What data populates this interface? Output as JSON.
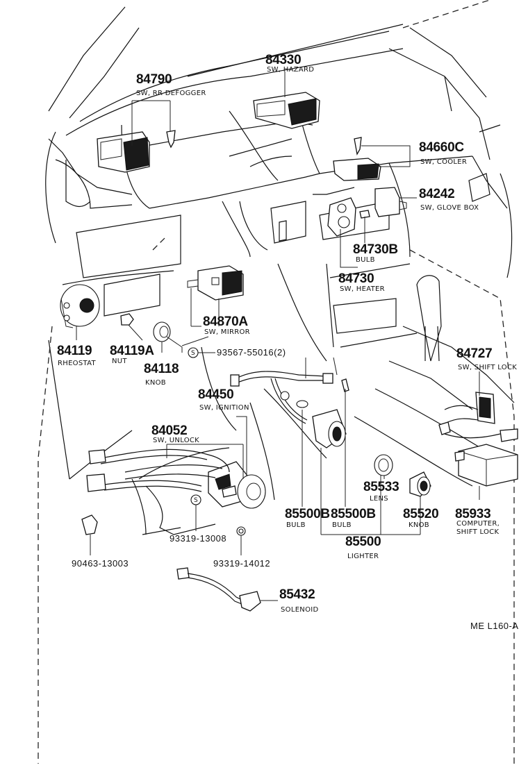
{
  "diagram_ref": "ME  L160-A",
  "screw_mark": "S",
  "parts": {
    "p84330": {
      "number": "84330",
      "desc": "SW, HAZARD"
    },
    "p84790": {
      "number": "84790",
      "desc": "SW, RR DEFOGGER"
    },
    "p84660C": {
      "number": "84660C",
      "desc": "SW, COOLER"
    },
    "p84242": {
      "number": "84242",
      "desc": "SW, GLOVE BOX"
    },
    "p84730B": {
      "number": "84730B",
      "desc": "BULB"
    },
    "p84730": {
      "number": "84730",
      "desc": "SW, HEATER"
    },
    "p84870A": {
      "number": "84870A",
      "desc": "SW, MIRROR"
    },
    "p84119": {
      "number": "84119",
      "desc": "RHEOSTAT"
    },
    "p84119A": {
      "number": "84119A",
      "desc": "NUT"
    },
    "p84118": {
      "number": "84118",
      "desc": "KNOB"
    },
    "p93567": {
      "number": "93567-55016(2)",
      "desc": ""
    },
    "p84727": {
      "number": "84727",
      "desc": "SW, SHIFT LOCK"
    },
    "p84450": {
      "number": "84450",
      "desc": "SW, IGNITION"
    },
    "p84052": {
      "number": "84052",
      "desc": "SW, UNLOCK"
    },
    "p85533": {
      "number": "85533",
      "desc": "LENS"
    },
    "p85500B_1": {
      "number": "85500B",
      "desc": "BULB"
    },
    "p85500B_2": {
      "number": "85500B",
      "desc": "BULB"
    },
    "p85520": {
      "number": "85520",
      "desc": "KNOB"
    },
    "p85933": {
      "number": "85933",
      "desc": "COMPUTER, SHIFT LOCK"
    },
    "p85500": {
      "number": "85500",
      "desc": "LIGHTER"
    },
    "p93319_13008": {
      "number": "93319-13008",
      "desc": ""
    },
    "p90463": {
      "number": "90463-13003",
      "desc": ""
    },
    "p93319_14012": {
      "number": "93319-14012",
      "desc": ""
    },
    "p85432": {
      "number": "85432",
      "desc": "SOLENOID"
    }
  },
  "desc_lines": {
    "p85933_l1": "COMPUTER,",
    "p85933_l2": "SHIFT LOCK"
  }
}
